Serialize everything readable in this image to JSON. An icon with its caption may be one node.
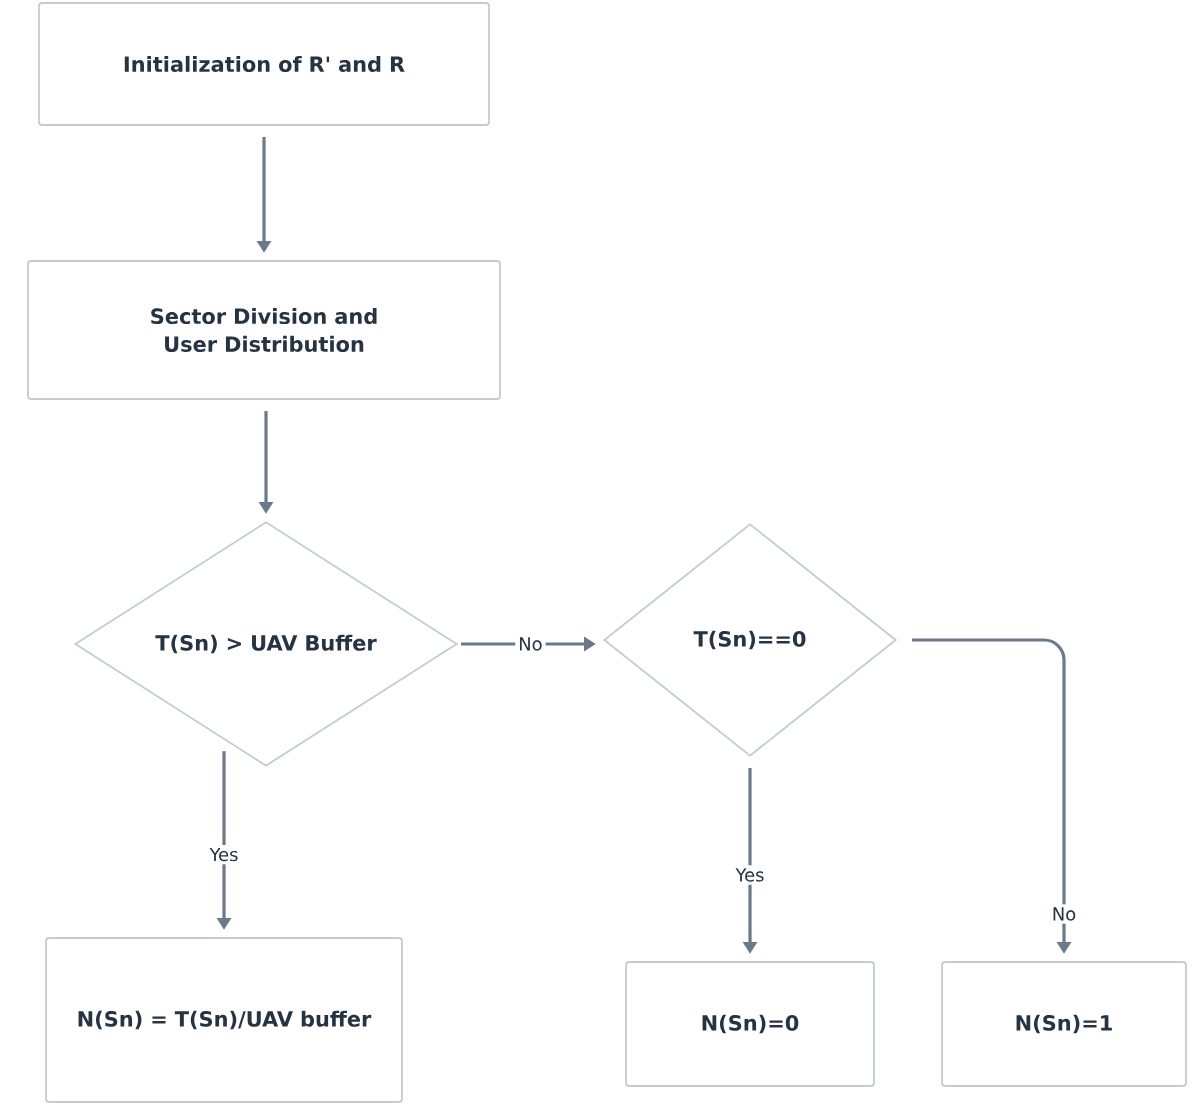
{
  "diagram": {
    "nodes": [
      {
        "text": [
          "Initialization of R' and R"
        ]
      },
      {
        "text": [
          "Sector Division and User Distribution"
        ]
      },
      {
        "text": [
          "T(Sn) > UAV Buffer"
        ]
      },
      {
        "text": [
          "T(Sn)==0"
        ]
      },
      {
        "text": [
          "N(Sn) = T(Sn)/UAV buffer"
        ]
      },
      {
        "text": [
          "N(Sn)=0"
        ]
      },
      {
        "text": [
          "N(Sn)=1"
        ]
      }
    ],
    "edges": [
      {
        "from": 0,
        "to": 1,
        "arrow": "to"
      },
      {
        "from": 1,
        "to": 2,
        "arrow": "to"
      },
      {
        "from": 2,
        "to": 3,
        "arrow": "to",
        "label": "No"
      },
      {
        "from": 2,
        "to": 4,
        "arrow": "to",
        "label": "Yes"
      },
      {
        "from": 3,
        "to": 5,
        "arrow": "to",
        "label": "Yes"
      },
      {
        "from": 3,
        "to": 6,
        "arrow": "to",
        "label": "No"
      }
    ]
  }
}
